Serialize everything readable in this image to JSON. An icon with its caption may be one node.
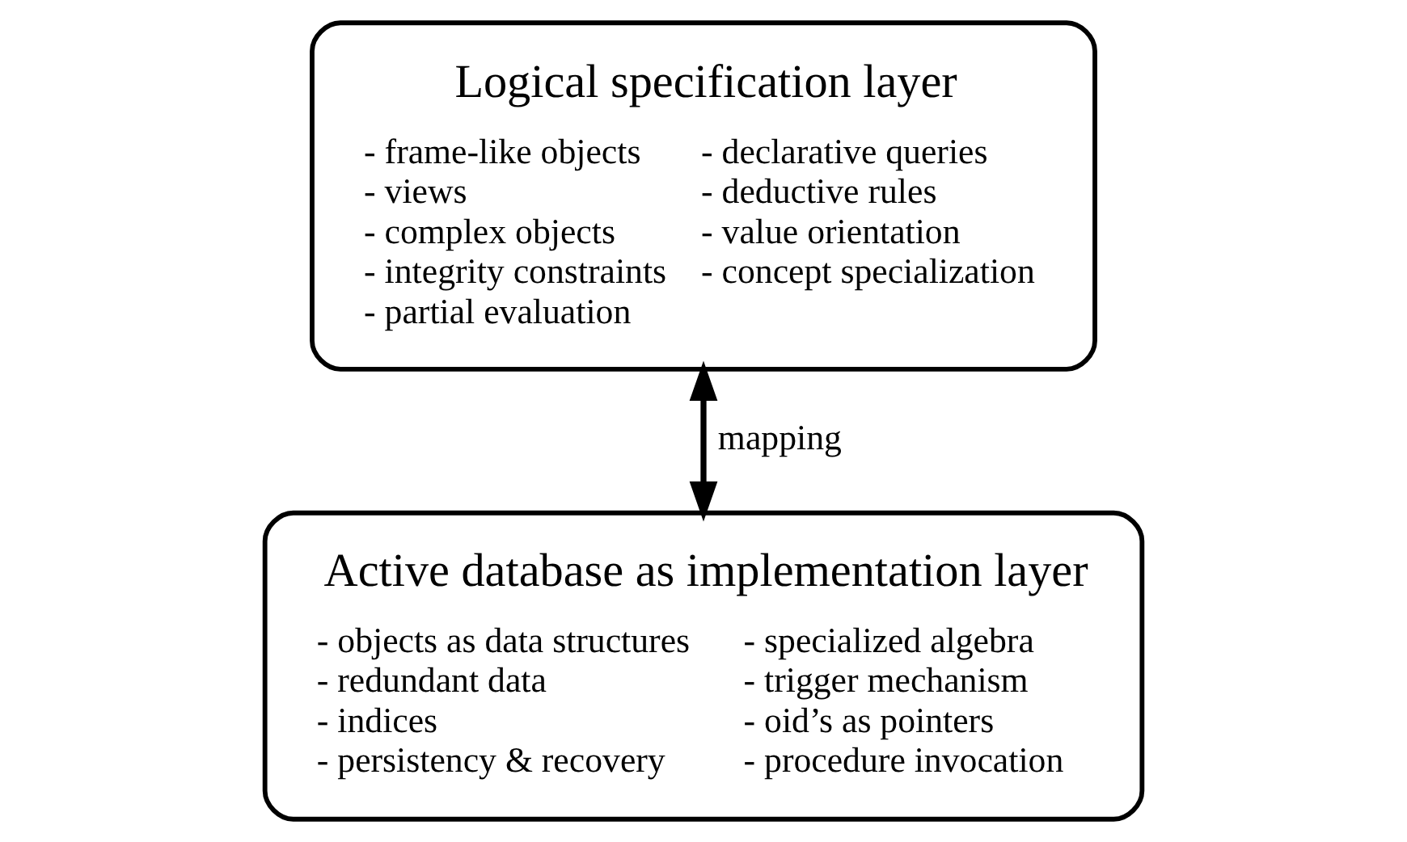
{
  "diagram": {
    "nodes": [
      {
        "text": [
          "Logical specification layer",
          "- frame-like objects",
          "- views",
          "- complex objects",
          "- integrity constraints",
          "- partial evaluation",
          "- declarative queries",
          "- deductive rules",
          "- value orientation",
          "- concept specialization"
        ]
      },
      {
        "text": [
          "Active database as implementation layer",
          "- objects as data structures",
          "- redundant data",
          "- indices",
          "- persistency & recovery",
          "- specialized algebra",
          "- trigger mechanism",
          "- oid’s as pointers",
          "- procedure invocation"
        ]
      }
    ],
    "edges": [
      {
        "from": 0,
        "to": 1,
        "arrow": "both",
        "label": "mapping"
      }
    ]
  }
}
